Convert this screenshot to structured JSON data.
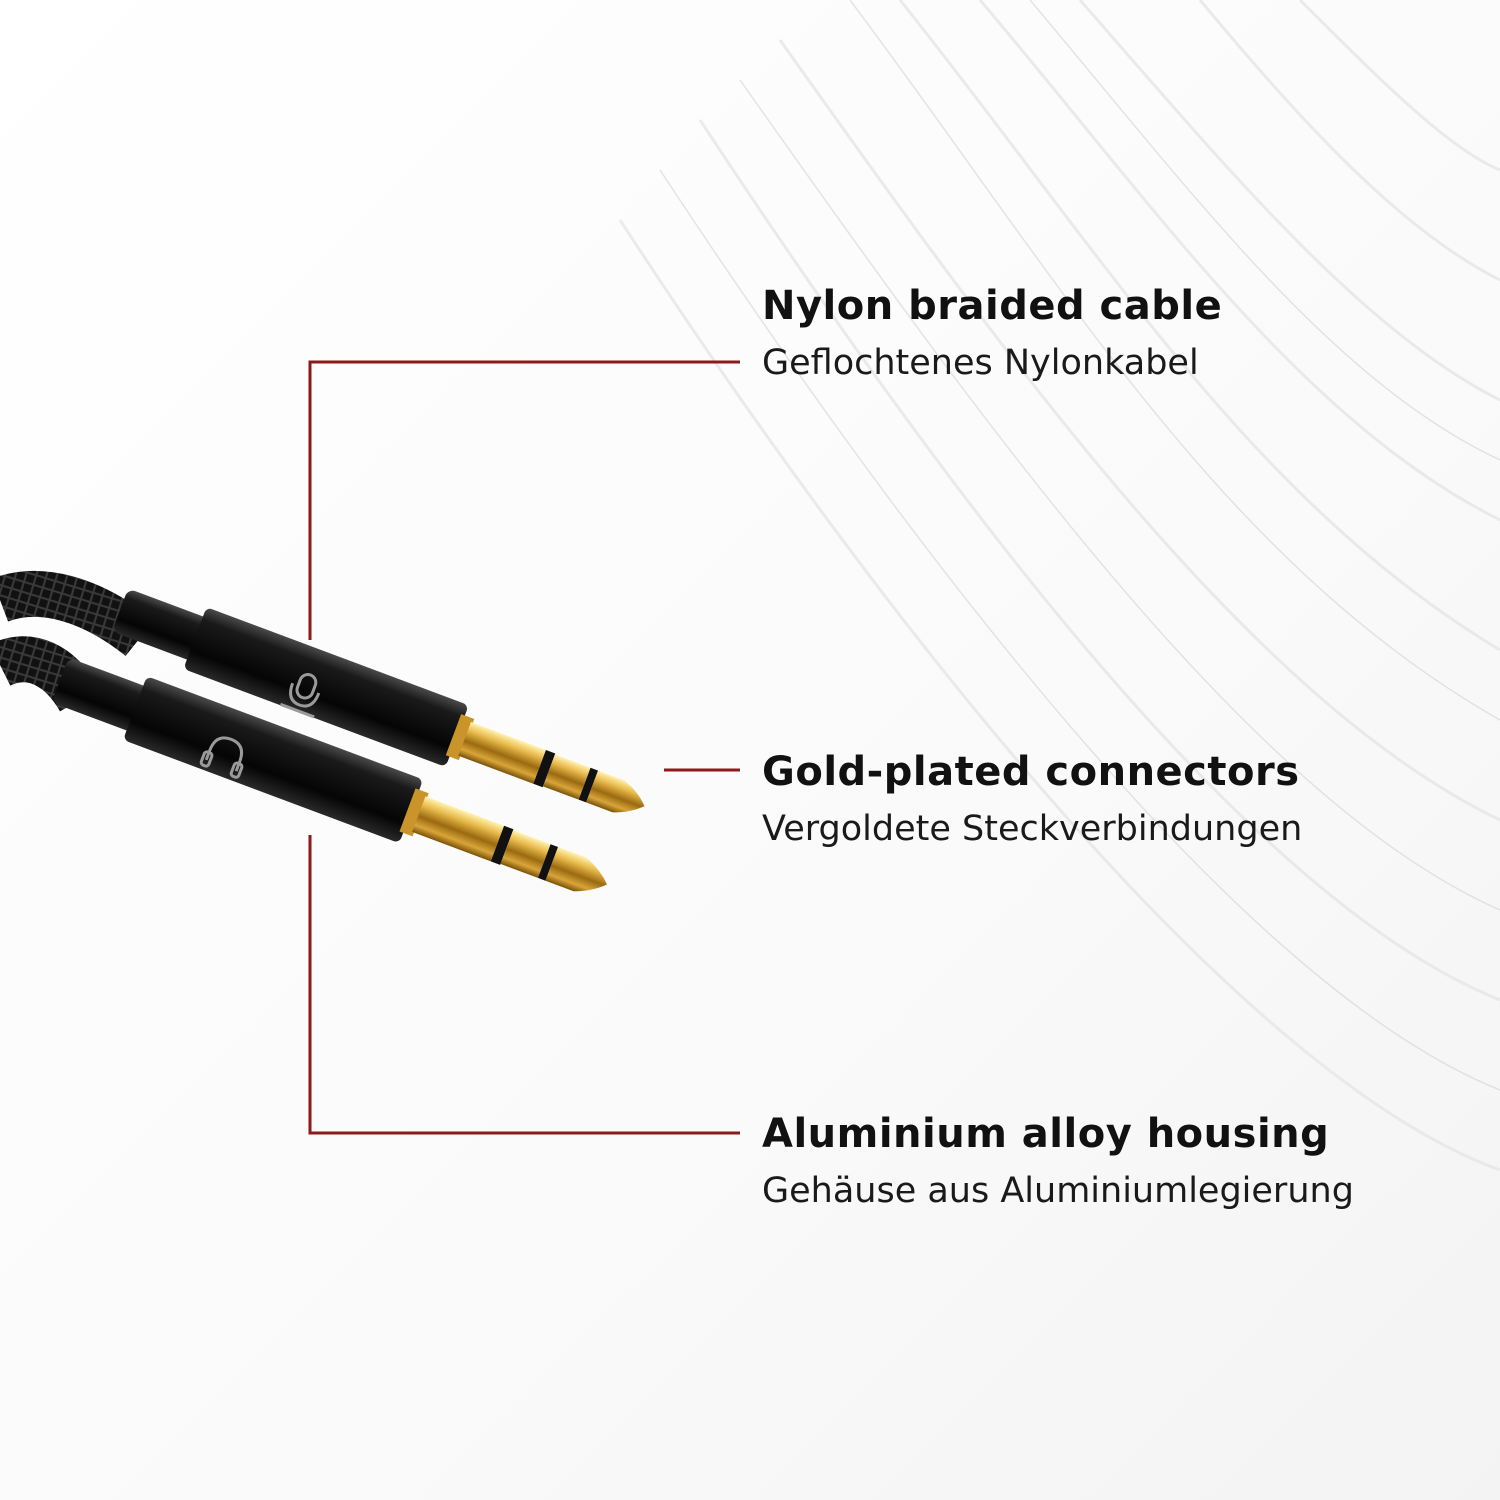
{
  "accent_color": "#8b1a1a",
  "features": [
    {
      "title": "Nylon braided cable",
      "subtitle": "Geflochtenes Nylonkabel"
    },
    {
      "title": "Gold-plated connectors",
      "subtitle": "Vergoldete Steckverbindungen"
    },
    {
      "title": "Aluminium alloy housing",
      "subtitle": "Gehäuse aus Aluminiumlegierung"
    }
  ],
  "icons": [
    "microphone-icon",
    "headphones-icon"
  ]
}
